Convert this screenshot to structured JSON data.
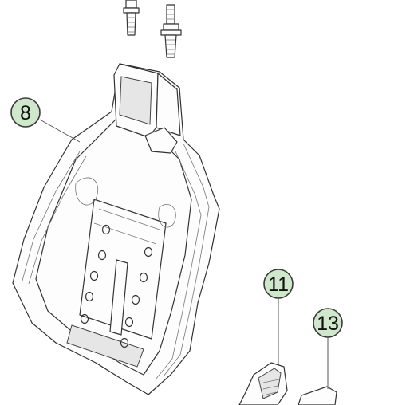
{
  "colors": {
    "callout_fill": "#cfe8cc",
    "line": "#333333",
    "background": "#ffffff"
  },
  "callouts": [
    {
      "id": "8",
      "label": "8"
    },
    {
      "id": "11",
      "label": "11"
    },
    {
      "id": "13",
      "label": "13"
    }
  ]
}
